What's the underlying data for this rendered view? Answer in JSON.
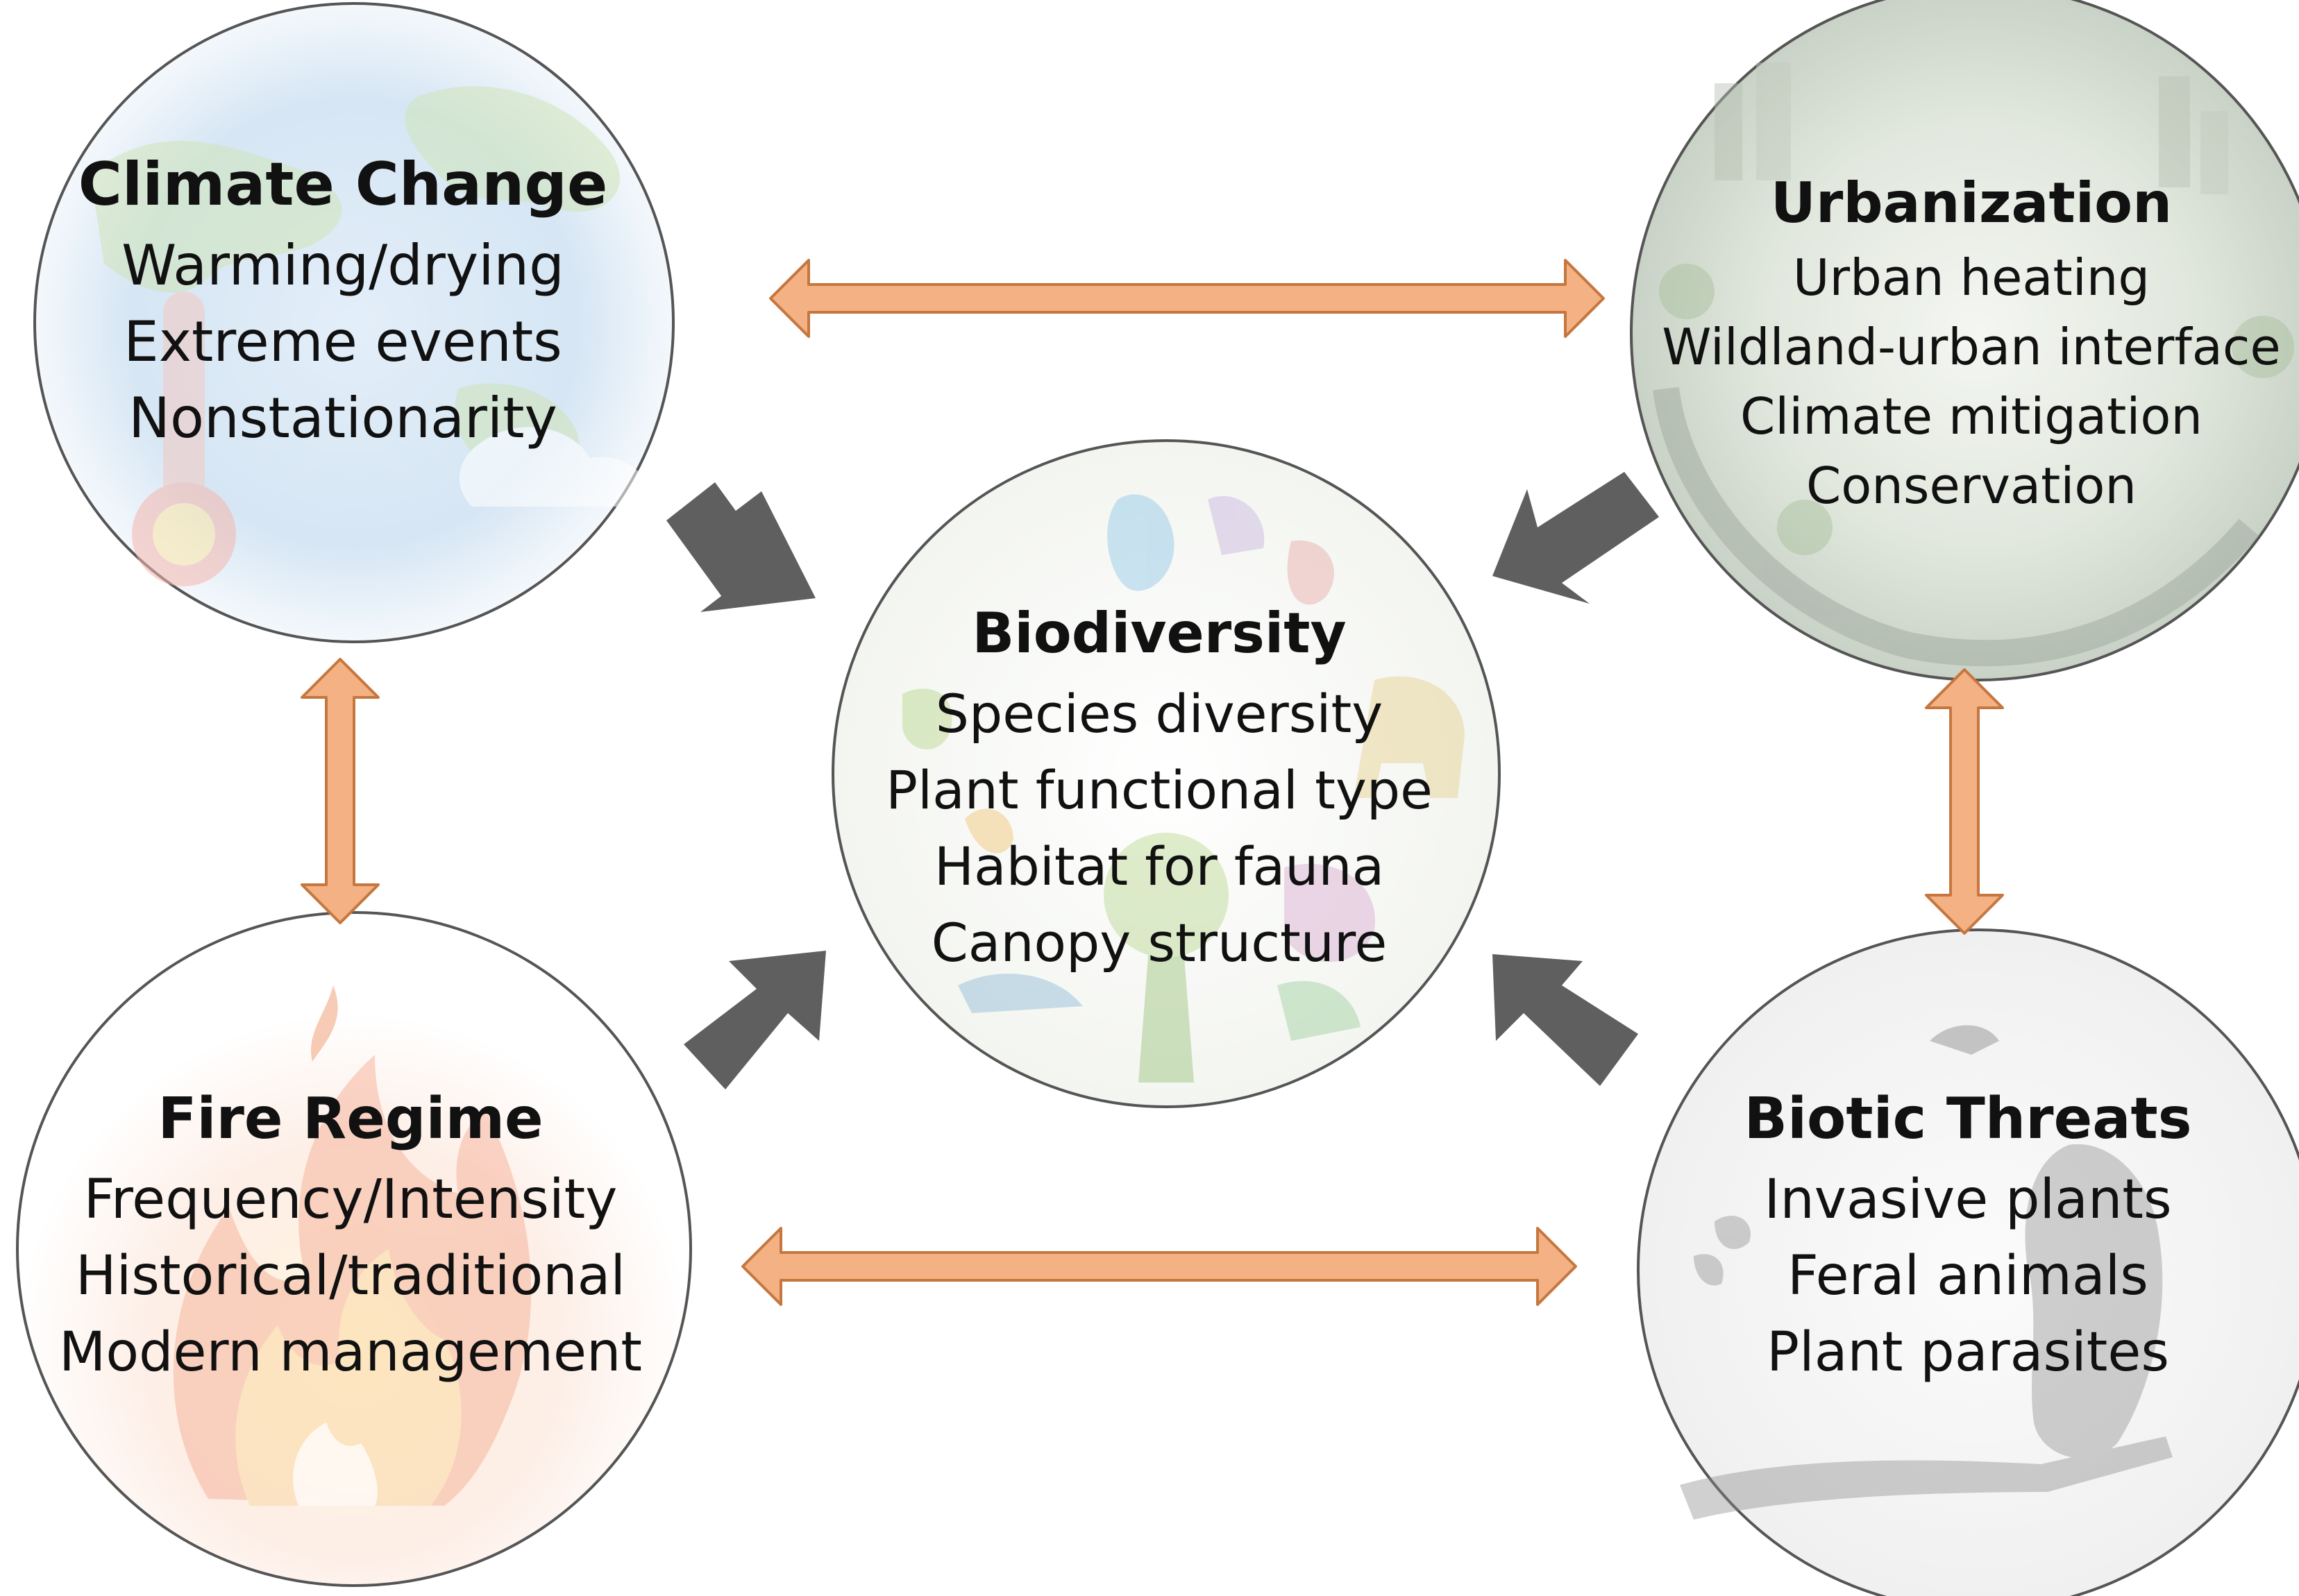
{
  "colors": {
    "double_arrow_fill": "#f4b183",
    "double_arrow_stroke": "#c5773f",
    "influence_arrow": "#5f5f5f",
    "circle_stroke": "#555555",
    "text": "#111111"
  },
  "nodes": {
    "climate": {
      "title": "Climate Change",
      "items": [
        "Warming/drying",
        "Extreme events",
        "Nonstationarity"
      ],
      "icon": "globe-thermometer-icon"
    },
    "urban": {
      "title": "Urbanization",
      "items": [
        "Urban heating",
        "Wildland-urban interface",
        "Climate mitigation",
        "Conservation"
      ],
      "icon": "planet-city-icon"
    },
    "biodiversity": {
      "title": "Biodiversity",
      "items": [
        "Species diversity",
        "Plant functional type",
        "Habitat for fauna",
        "Canopy structure"
      ],
      "icon": "wildlife-silhouettes-icon"
    },
    "fire": {
      "title": "Fire Regime",
      "items": [
        "Frequency/Intensity",
        "Historical/traditional",
        "Modern management"
      ],
      "icon": "flame-icon"
    },
    "biotic": {
      "title": "Biotic Threats",
      "items": [
        "Invasive plants",
        "Feral animals",
        "Plant parasites"
      ],
      "icon": "feral-cat-branch-icon"
    }
  }
}
